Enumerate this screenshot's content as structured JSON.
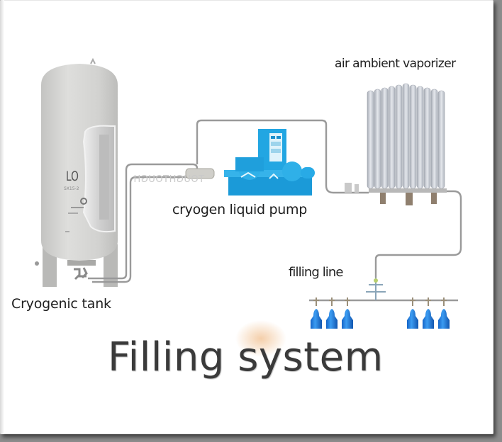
{
  "diagram": {
    "title": "Filling system",
    "components": {
      "tank": {
        "label": "Cryogenic tank",
        "marking": "LO",
        "sub_marking": "SX15-2"
      },
      "pump": {
        "label": "cryogen liquid pump"
      },
      "vaporizer": {
        "label": "air ambient vaporizer"
      },
      "filling_line": {
        "label": "filling line",
        "cylinder_count": 6
      }
    },
    "watermark_text": "TOUGHTOUGH",
    "colors": {
      "tank": "#d6d6d4",
      "pump": "#1aa0de",
      "cylinder": "#1c7fe0",
      "pipe": "#9a9a9a",
      "vaporizer": "#c4c8d0",
      "label": "#1e1e1e",
      "title": "#3a3a3a",
      "background_glow": "#f3c9a0"
    }
  }
}
